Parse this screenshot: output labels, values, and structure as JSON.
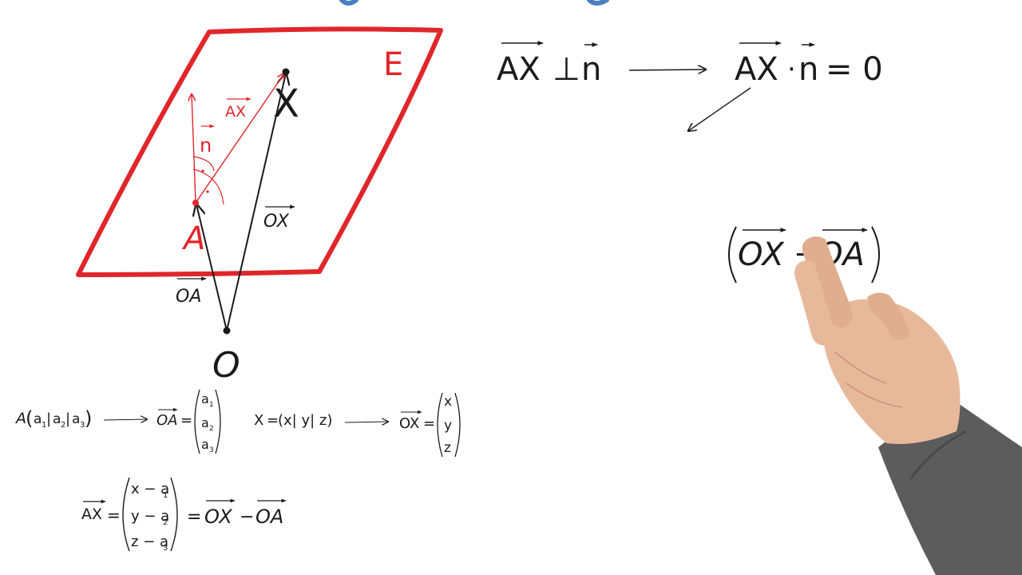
{
  "colors": {
    "ink": "#1a1a1a",
    "plane_red": "#e0262b",
    "top_blue": "#4a7fc1",
    "skin": "#e7b99b",
    "sleeve": "#5c5c5c"
  },
  "diagram": {
    "plane_label": "E",
    "point_a": "A",
    "point_x": "X",
    "origin": "O",
    "normal_label": "n",
    "vec_ax": "AX",
    "vec_ox": "OX",
    "vec_oa": "OA"
  },
  "equations": {
    "perp_lhs": "AX",
    "perp_symbol": "⊥",
    "perp_rhs": "n",
    "dot_lhs": "AX",
    "dot_symbol": "·",
    "dot_rhs": "n",
    "dot_equals": "= 0",
    "diff_left": "OX",
    "diff_minus": "−",
    "diff_right": "OA"
  },
  "definitions": {
    "point_a_name": "A",
    "point_a_coords": [
      "a",
      "a",
      "a"
    ],
    "point_a_subs": [
      "1",
      "2",
      "3"
    ],
    "vec_oa_name": "OA",
    "point_x_name": "X",
    "point_x_coords": "(x| y| z)",
    "vec_ox_name": "OX",
    "vec_ox_entries": [
      "x",
      "y",
      "z"
    ],
    "equals": "="
  },
  "difference": {
    "vec_ax_name": "AX",
    "entries": [
      "x − a",
      "y − a",
      "z − a"
    ],
    "subs": [
      "1",
      "2",
      "3"
    ],
    "rhs_left": "OX",
    "rhs_minus": "−",
    "rhs_right": "OA"
  },
  "hand": {
    "icon": "pointing-hand-icon"
  }
}
